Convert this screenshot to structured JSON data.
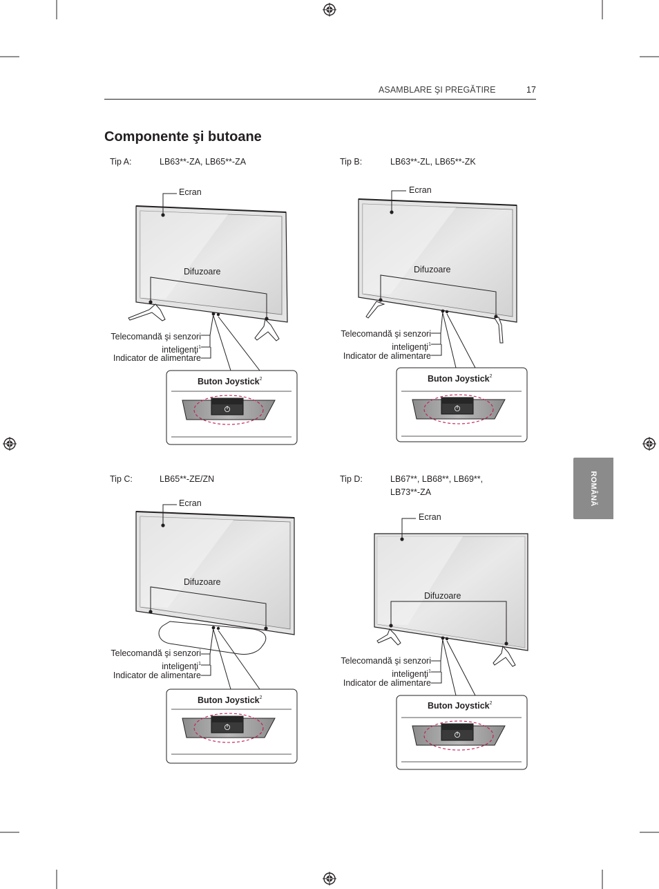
{
  "header": {
    "section": "ASAMBLARE ŞI PREGĂTIRE",
    "page_number": "17"
  },
  "title": "Componente şi butoane",
  "language_tab": "ROMÂNĂ",
  "types": [
    {
      "label": "Tip A:",
      "models": "LB63**-ZA, LB65**-ZA",
      "screen": "Ecran",
      "speakers": "Difuzoare",
      "remote_line1": "Telecomandă şi senzori",
      "remote_line2": "inteligenţi",
      "remote_sup": "1",
      "power": "Indicator de alimentare",
      "joystick": "Buton Joystick",
      "joystick_sup": "2"
    },
    {
      "label": "Tip B:",
      "models": "LB63**-ZL, LB65**-ZK",
      "screen": "Ecran",
      "speakers": "Difuzoare",
      "remote_line1": "Telecomandă şi senzori",
      "remote_line2": "inteligenţi",
      "remote_sup": "1",
      "power": "Indicator de alimentare",
      "joystick": "Buton Joystick",
      "joystick_sup": "2"
    },
    {
      "label": "Tip C:",
      "models": "LB65**-ZE/ZN",
      "screen": "Ecran",
      "speakers": "Difuzoare",
      "remote_line1": "Telecomandă şi senzori",
      "remote_line2": "inteligenţi",
      "remote_sup": "1",
      "power": "Indicator de alimentare",
      "joystick": "Buton Joystick",
      "joystick_sup": "2"
    },
    {
      "label": "Tip D:",
      "models": "LB67**, LB68**, LB69**,",
      "models_line2": "LB73**-ZA",
      "screen": "Ecran",
      "speakers": "Difuzoare",
      "remote_line1": "Telecomandă şi senzori",
      "remote_line2": "inteligenţi",
      "remote_sup": "1",
      "power": "Indicator de alimentare",
      "joystick": "Buton Joystick",
      "joystick_sup": "2"
    }
  ]
}
